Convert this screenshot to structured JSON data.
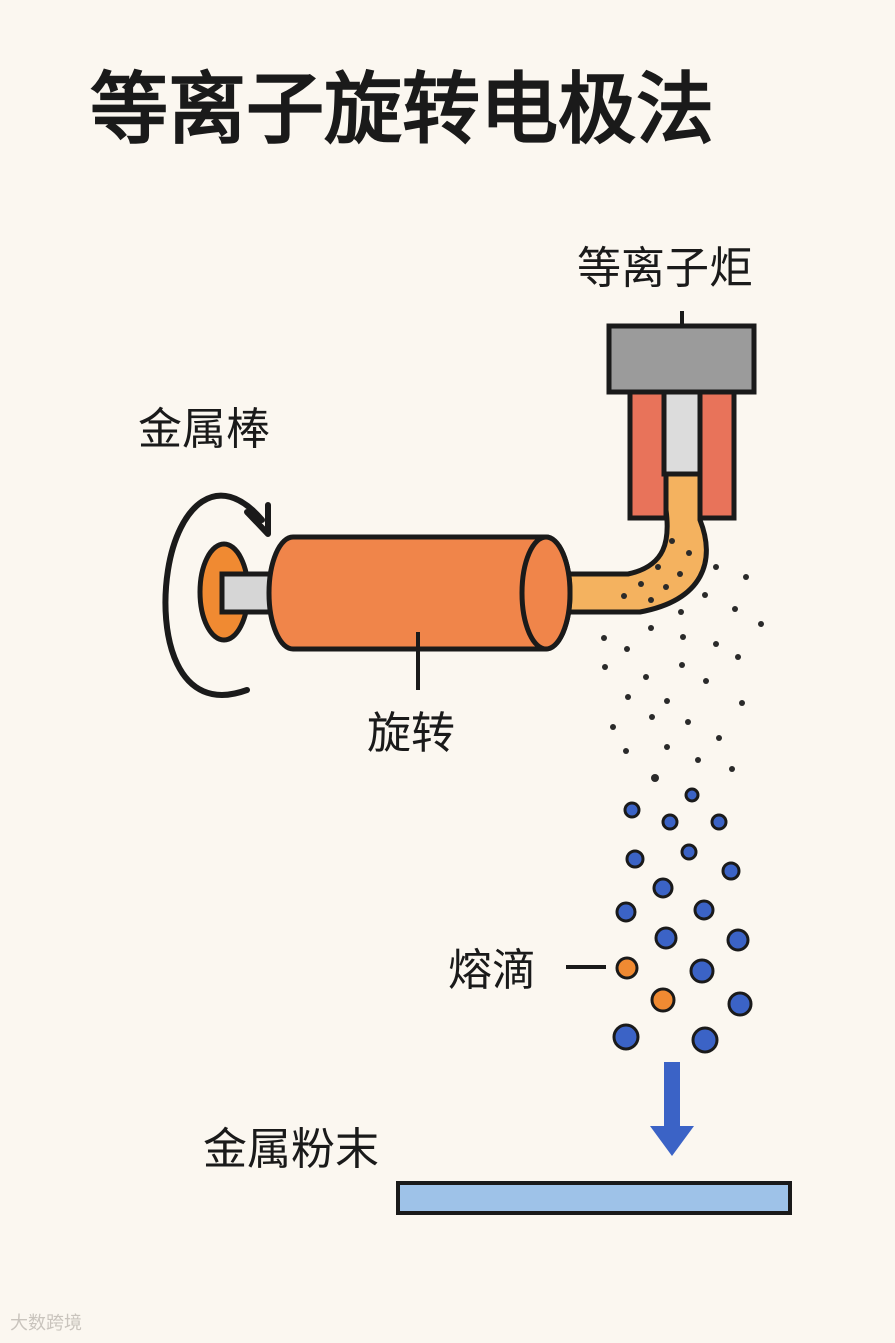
{
  "title": "等离子旋转电极法",
  "labels": {
    "torch": "等离子炬",
    "rod": "金属棒",
    "rotation": "旋转",
    "droplet": "熔滴",
    "powder": "金属粉末"
  },
  "watermark": "大数跨境",
  "colors": {
    "background": "#fbf7f0",
    "rod": "#f0854a",
    "rod_end": "#f08a32",
    "shaft": "#d6d6d6",
    "torch_body": "#9b9b9b",
    "torch_nozzle": "#e8735a",
    "molten_stream": "#f4b25f",
    "droplet_blue": "#3b63c6",
    "droplet_orange": "#f08a32",
    "arrow": "#3b63c6",
    "collector": "#9ec2e8",
    "outline": "#1a1a1a"
  },
  "icons": {
    "rotation": "rotation-arrow-icon",
    "fall": "down-arrow-icon"
  }
}
